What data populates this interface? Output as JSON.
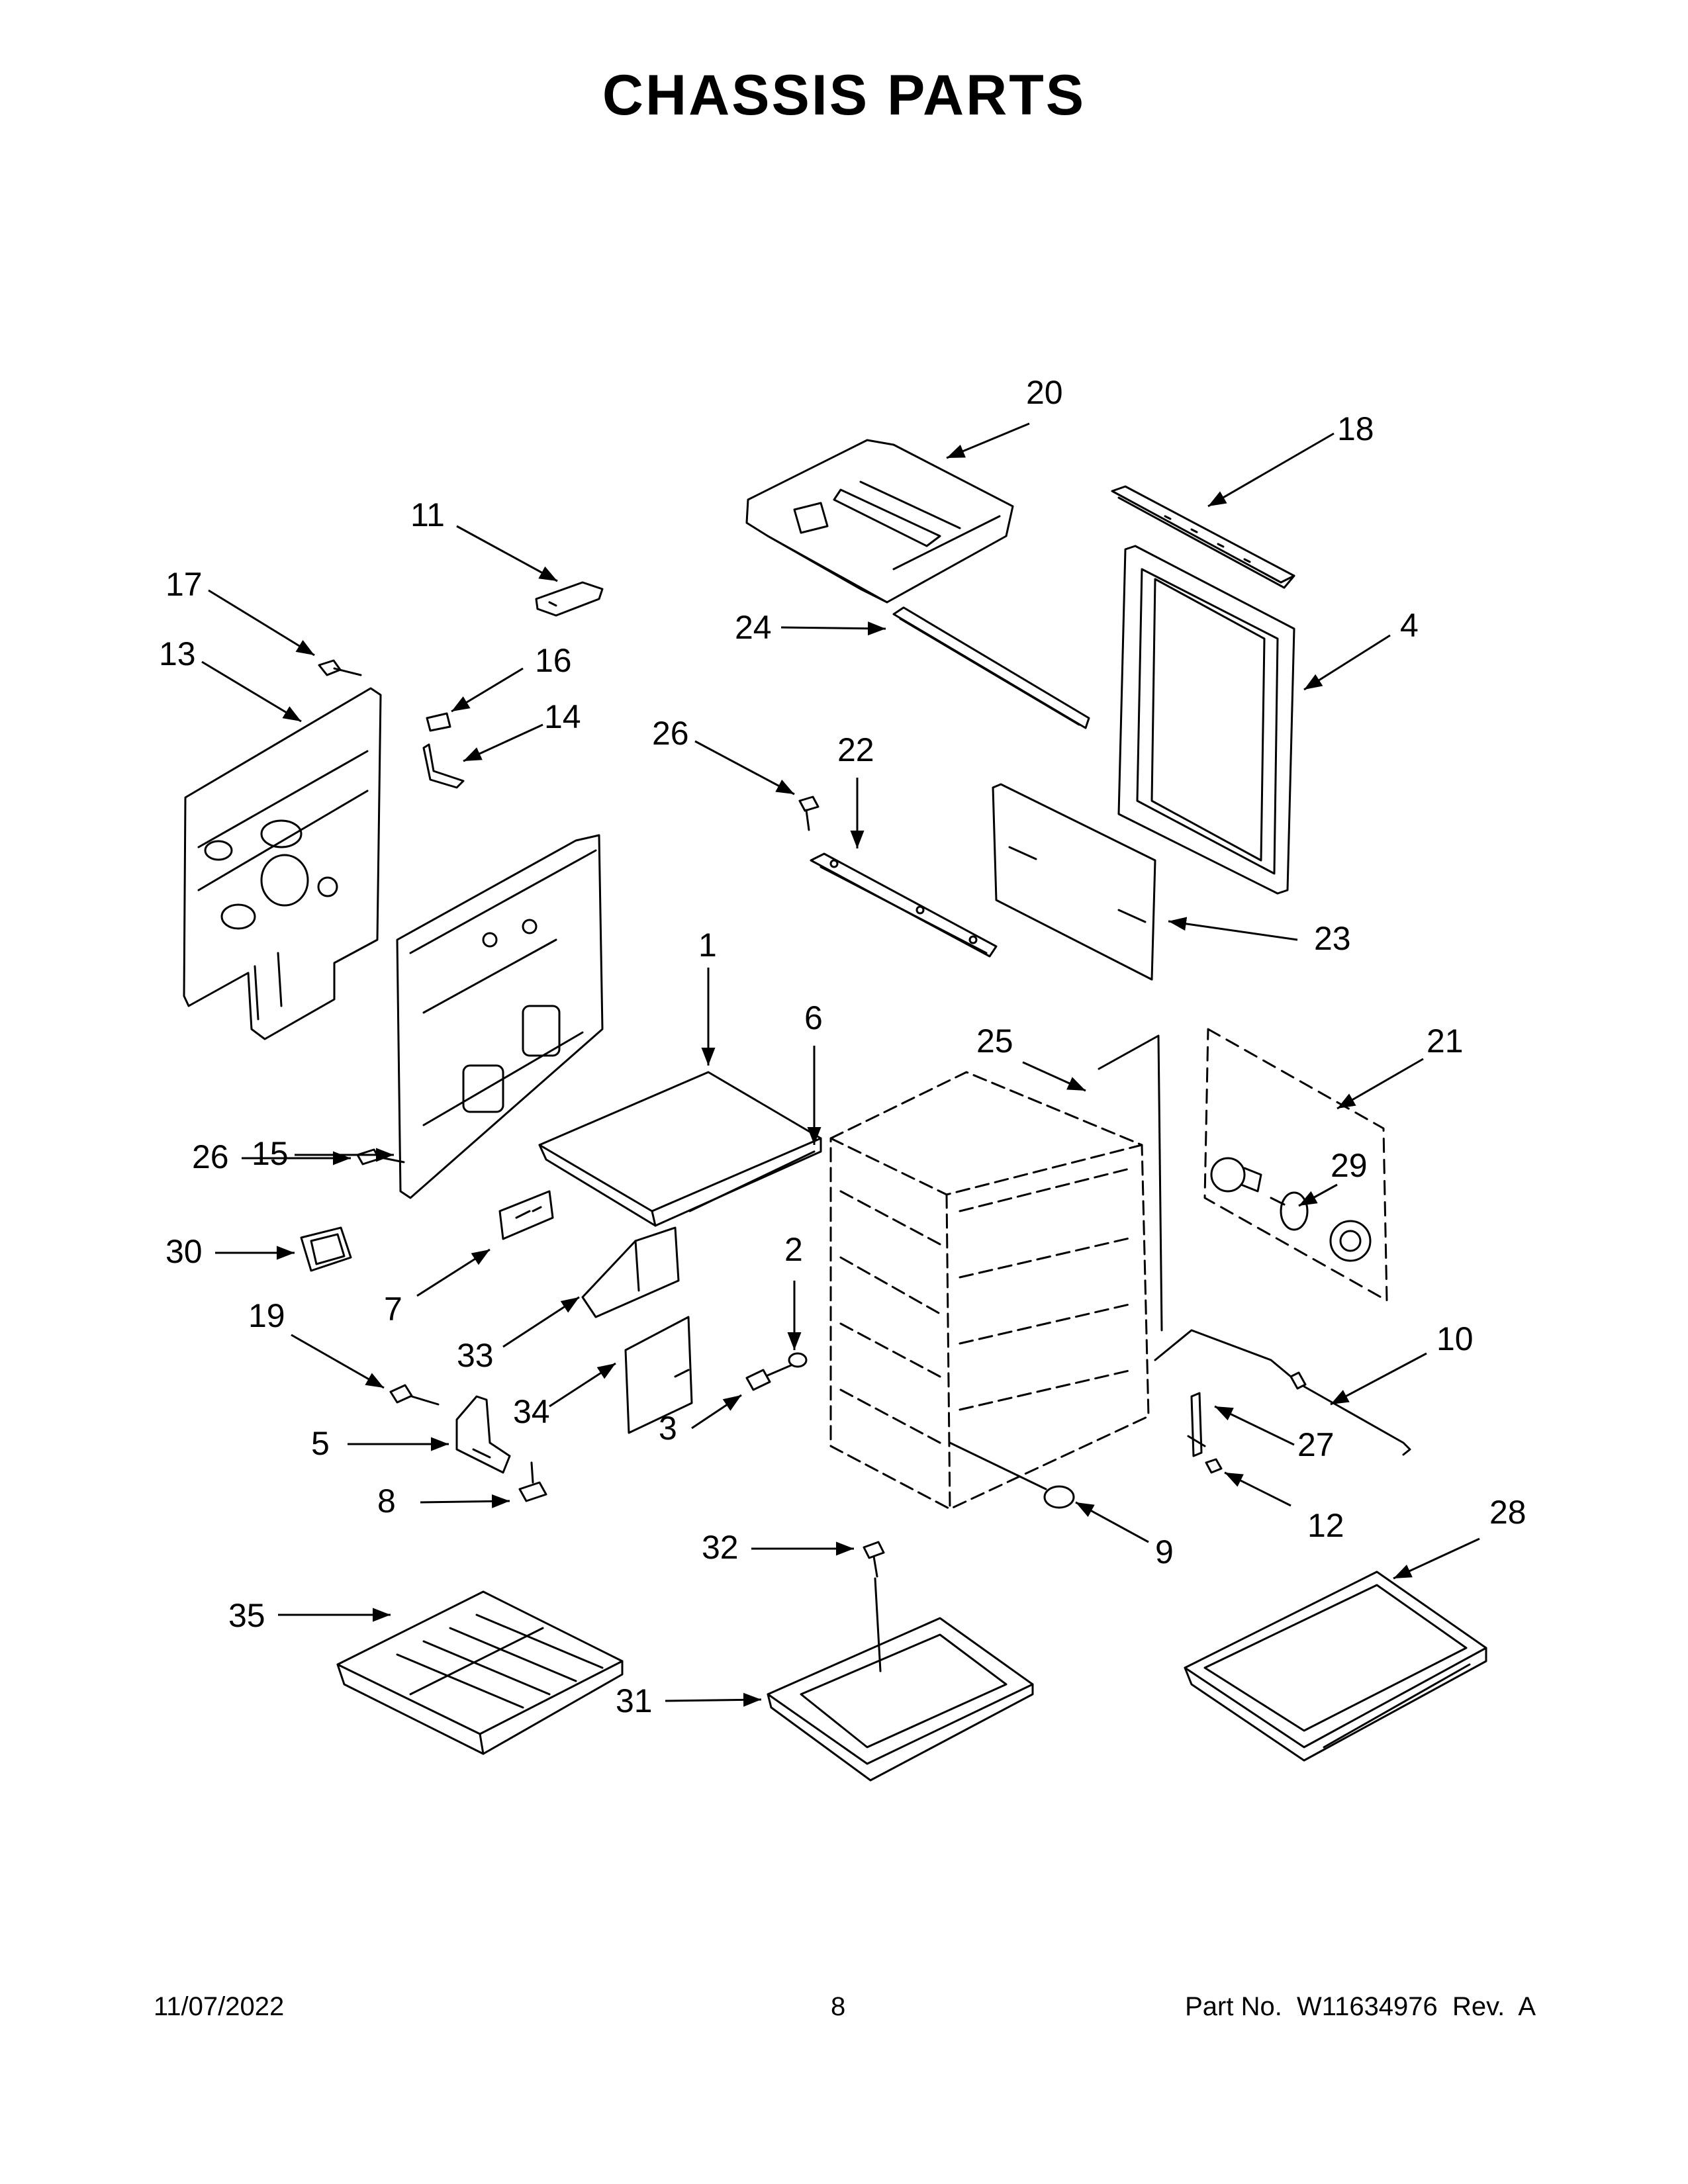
{
  "page": {
    "title": "CHASSIS PARTS",
    "footer": {
      "date": "11/07/2022",
      "page_number": "8",
      "part_info": "Part No.  W11634976  Rev.  A"
    }
  },
  "callouts": {
    "n1": "1",
    "n2": "2",
    "n3": "3",
    "n4": "4",
    "n5": "5",
    "n6": "6",
    "n7": "7",
    "n8": "8",
    "n9": "9",
    "n10": "10",
    "n11": "11",
    "n12": "12",
    "n13": "13",
    "n14": "14",
    "n15": "15",
    "n16": "16",
    "n17": "17",
    "n18": "18",
    "n19": "19",
    "n20": "20",
    "n21": "21",
    "n22": "22",
    "n23": "23",
    "n24": "24",
    "n25": "25",
    "n26a": "26",
    "n26b": "26",
    "n27": "27",
    "n28": "28",
    "n29": "29",
    "n30": "30",
    "n31": "31",
    "n32": "32",
    "n33": "33",
    "n34": "34",
    "n35": "35"
  }
}
